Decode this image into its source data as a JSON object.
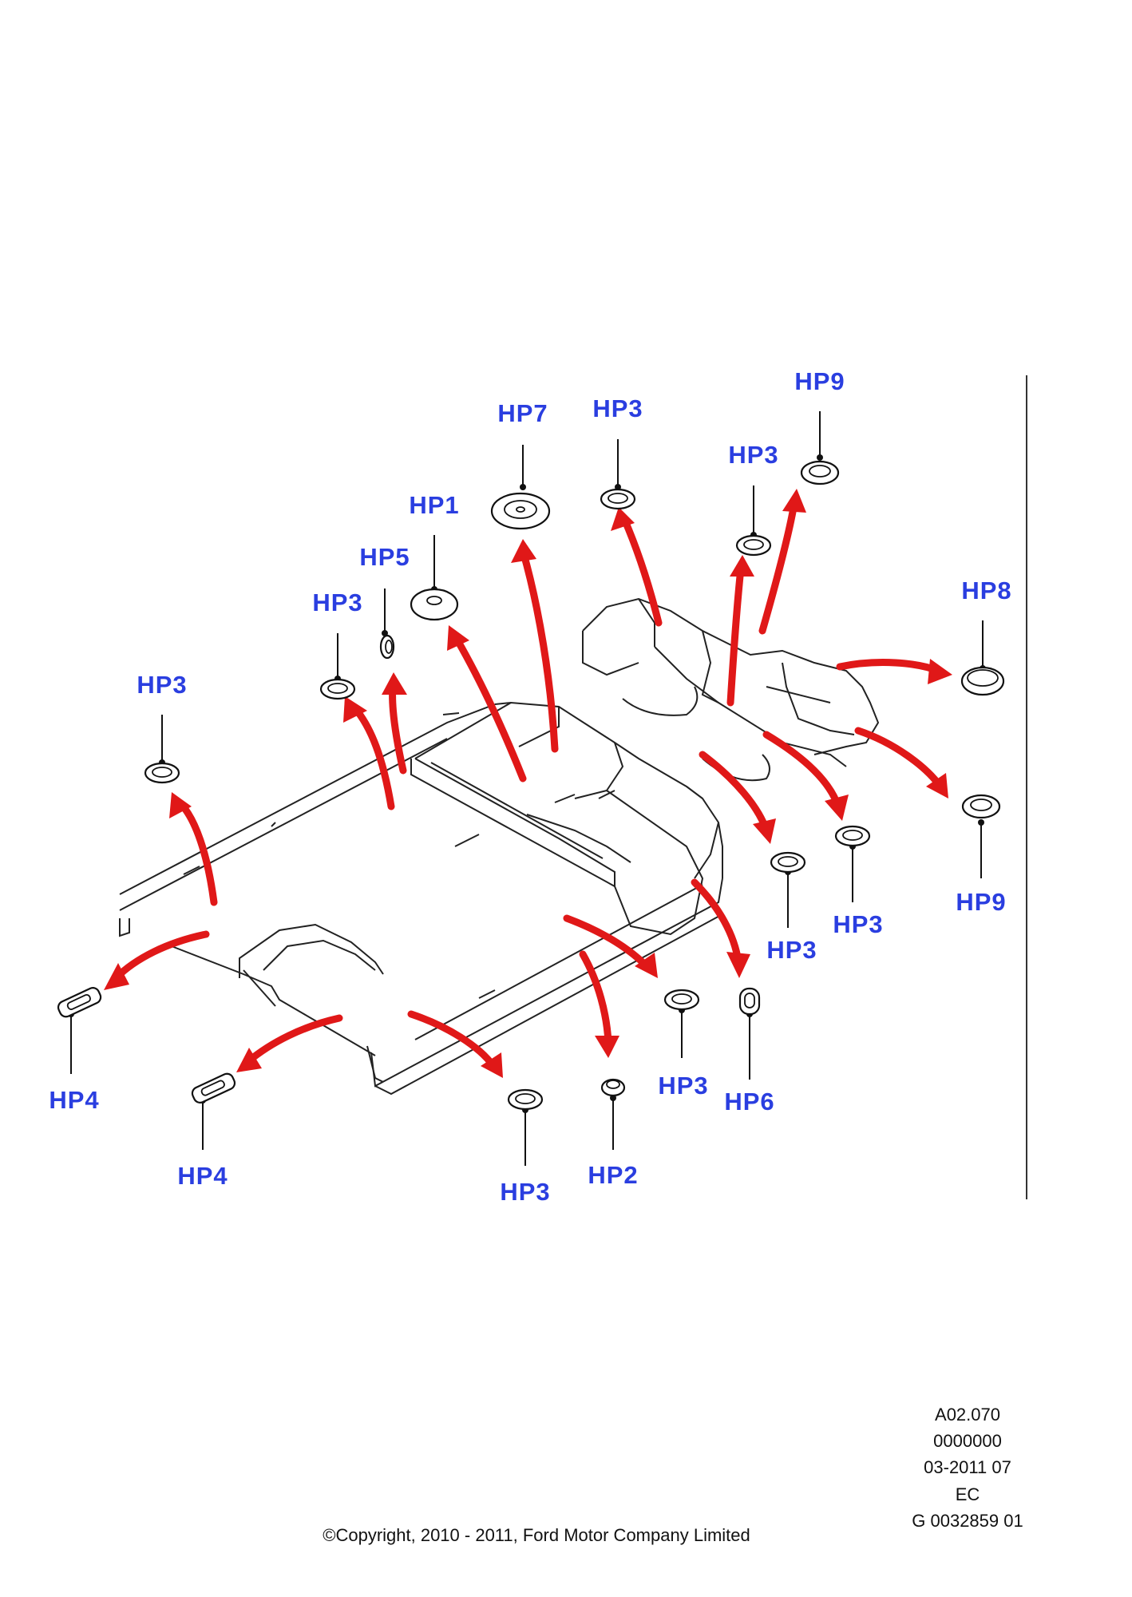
{
  "colors": {
    "label": "#2a3ee0",
    "arrow": "#e01818",
    "line": "#222222"
  },
  "callouts": [
    {
      "label": "HP7"
    },
    {
      "label": "HP3"
    },
    {
      "label": "HP9"
    },
    {
      "label": "HP3"
    },
    {
      "label": "HP1"
    },
    {
      "label": "HP5"
    },
    {
      "label": "HP3"
    },
    {
      "label": "HP3"
    },
    {
      "label": "HP8"
    },
    {
      "label": "HP9"
    },
    {
      "label": "HP3"
    },
    {
      "label": "HP3"
    },
    {
      "label": "HP6"
    },
    {
      "label": "HP3"
    },
    {
      "label": "HP4"
    },
    {
      "label": "HP4"
    },
    {
      "label": "HP3"
    },
    {
      "label": "HP2"
    }
  ],
  "reference_block": [
    "A02.070",
    "0000000",
    "03-2011 07",
    "EC",
    "G 0032859 01"
  ],
  "copyright": "©Copyright, 2010 - 2011, Ford Motor Company Limited"
}
